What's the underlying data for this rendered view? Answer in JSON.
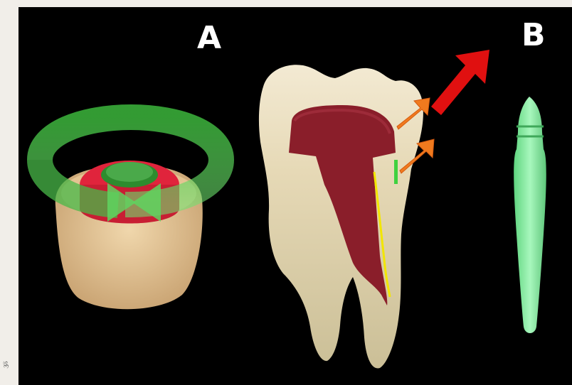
{
  "figure": {
    "panel_a_label": "A",
    "panel_b_label": "B",
    "side_strip_glyph": "ૐ"
  },
  "colors": {
    "background": "#000000",
    "page_strip": "#f1eee9",
    "tooth_enamel": "#e8dcc0",
    "root": "#d9ccaa",
    "core_material": "#8a1e2a",
    "post_highlight_yellow": "#f2e600",
    "ferrule_green": "#3fd13f",
    "arrow_red": "#e01010",
    "arrow_orange": "#f07a1e",
    "rotation_arrow_green": "#5fd35f",
    "fiber_post_green": "#8ef0a8",
    "die_base": "#e8c99a",
    "die_red": "#e0243c"
  },
  "icons": [
    "rotation-arrow-icon",
    "red-arrow-icon",
    "orange-arrow-icon"
  ]
}
